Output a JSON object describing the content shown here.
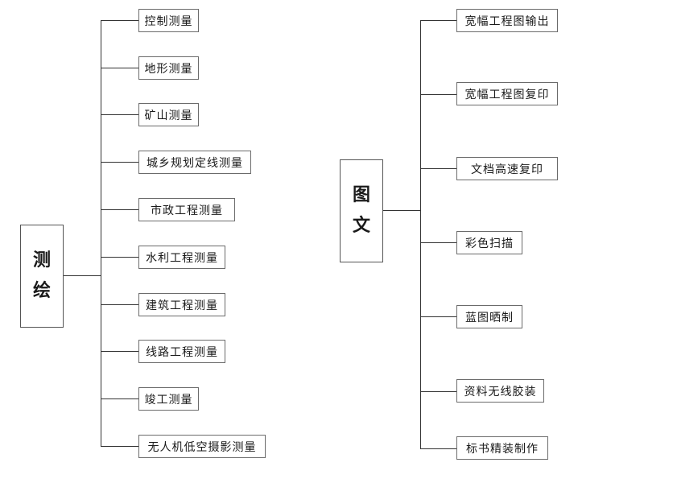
{
  "left_tree": {
    "root_chars": [
      "测",
      "绘"
    ],
    "items": [
      "控制测量",
      "地形测量",
      "矿山测量",
      "城乡规划定线测量",
      "市政工程测量",
      "水利工程测量",
      "建筑工程测量",
      "线路工程测量",
      "竣工测量",
      "无人机低空摄影测量"
    ]
  },
  "right_tree": {
    "root_chars": [
      "图",
      "文"
    ],
    "items": [
      "宽幅工程图输出",
      "宽幅工程图复印",
      "文档高速复印",
      "彩色扫描",
      "蓝图晒制",
      "资料无线胶装",
      "标书精装制作"
    ]
  }
}
